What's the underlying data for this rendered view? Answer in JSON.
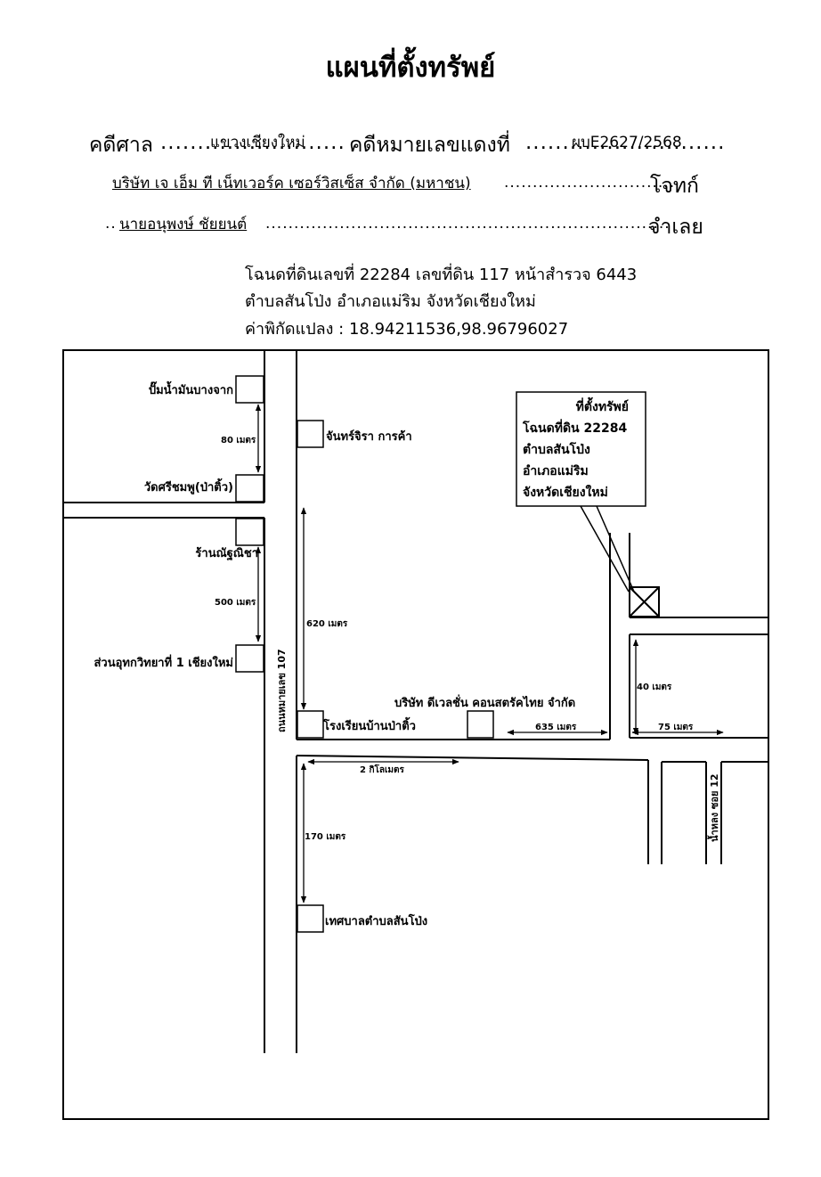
{
  "title": "แผนที่ตั้งทรัพย์",
  "case": {
    "court_label": "คดีศาล",
    "court_value": "แขวงเชียงใหม่",
    "case_no_label": "คดีหมายเลขแดงที่",
    "case_no_value": "ผบE2627/2568",
    "plaintiff_value": "บริษัท เจ เอ็ม ที เน็ทเวอร์ค เซอร์วิสเซ็ส จำกัด (มหาชน)",
    "plaintiff_label": "โจทก์",
    "defendant_value": "นายอนุพงษ์ ชัยยนต์",
    "defendant_label": "จำเลย"
  },
  "property_info": {
    "line1": "โฉนดที่ดินเลขที่ 22284 เลขที่ดิน 117 หน้าสำรวจ 6443",
    "line2": "ตำบลสันโป่ง อำเภอแม่ริม จังหวัดเชียงใหม่",
    "line3": "ค่าพิกัดแปลง : 18.94211536,98.96796027"
  },
  "map": {
    "callout": [
      "ที่ตั้งทรัพย์",
      "โฉนดที่ดิน 22284",
      "ตำบลสันโป่ง",
      "อำเภอแม่ริม",
      "จังหวัดเชียงใหม่"
    ],
    "landmarks": {
      "gas_station": "ปั๊มน้ำมันบางจาก",
      "temple": "วัดศรีชมพู(ป่าติ้ว)",
      "shop": "ร้านณัฐณิชา",
      "park": "ส่วนอุทกวิทยาที่ 1 เชียงใหม่",
      "store": "จันทร์จิรา การค้า",
      "school": "โรงเรียนบ้านป่าติ้ว",
      "company": "บริษัท ดีเวลชั่น คอนสตรัคไทย จำกัด",
      "municipality": "เทศบาลตำบลสันโป่ง"
    },
    "distances": {
      "d80": "80 เมตร",
      "d500": "500 เมตร",
      "d620": "620 เมตร",
      "d635": "635 เมตร",
      "d40": "40 เมตร",
      "d75": "75 เมตร",
      "d2km": "2 กิโลเมตร",
      "d170": "170 เมตร"
    },
    "roads": {
      "main": "ถนนหมายเลข 107",
      "soi": "น้ำหลง ซอย 12"
    }
  }
}
